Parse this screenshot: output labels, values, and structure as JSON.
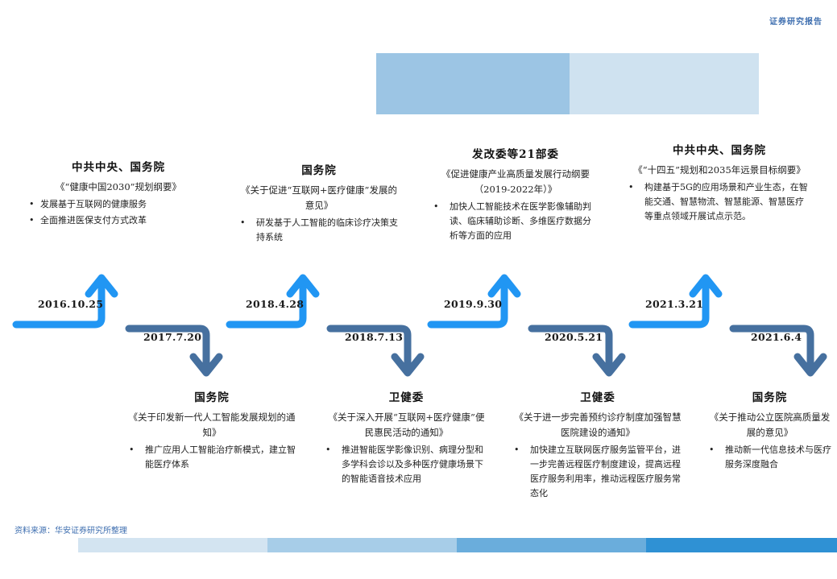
{
  "header": {
    "label": "证券研究报告"
  },
  "banner": {
    "left_color": "#9cc5e4",
    "right_color": "#cfe2f0"
  },
  "colors": {
    "arrow_up": "#2196f3",
    "arrow_down": "#46709f",
    "accent_text": "#3f6fb0"
  },
  "timeline": {
    "dates": [
      {
        "id": "d1",
        "label": "2016.10.25",
        "direction": "up"
      },
      {
        "id": "d2",
        "label": "2017.7.20",
        "direction": "down"
      },
      {
        "id": "d3",
        "label": "2018.4.28",
        "direction": "up"
      },
      {
        "id": "d4",
        "label": "2018.7.13",
        "direction": "down"
      },
      {
        "id": "d5",
        "label": "2019.9.30",
        "direction": "up"
      },
      {
        "id": "d6",
        "label": "2020.5.21",
        "direction": "down"
      },
      {
        "id": "d7",
        "label": "2021.3.21",
        "direction": "up"
      },
      {
        "id": "d8",
        "label": "2021.6.4",
        "direction": "down"
      }
    ]
  },
  "top_cards": [
    {
      "issuer": "中共中央、国务院",
      "document": "《“健康中国2030”规划纲要》",
      "bullets": [
        "发展基于互联网的健康服务",
        "全面推进医保支付方式改革"
      ]
    },
    {
      "issuer": "国务院",
      "document": "《关于促进“互联网+医疗健康”发展的意见》",
      "bullets": [
        "研发基于人工智能的临床诊疗决策支持系统"
      ]
    },
    {
      "issuer": "发改委等21部委",
      "document": "《促进健康产业高质量发展行动纲要（2019-2022年）》",
      "bullets": [
        "加快人工智能技术在医学影像辅助判读、临床辅助诊断、多维医疗数据分析等方面的应用"
      ]
    },
    {
      "issuer": "中共中央、国务院",
      "document": "《“十四五”规划和2035年远景目标纲要》",
      "bullets": [
        "构建基于5G的应用场景和产业生态，在智能交通、智慧物流、智慧能源、智慧医疗等重点领域开展试点示范。"
      ]
    }
  ],
  "bottom_cards": [
    {
      "issuer": "国务院",
      "document": "《关于印发新一代人工智能发展规划的通知》",
      "bullets": [
        "推广应用人工智能治疗新模式，建立智能医疗体系"
      ]
    },
    {
      "issuer": "卫健委",
      "document": "《关于深入开展“互联网+医疗健康”便民惠民活动的通知》",
      "bullets": [
        "推进智能医学影像识别、病理分型和多学科会诊以及多种医疗健康场景下的智能语音技术应用"
      ]
    },
    {
      "issuer": "卫健委",
      "document": "《关于进一步完善预约诊疗制度加强智慧医院建设的通知》",
      "bullets": [
        "加快建立互联网医疗服务监管平台，进一步完善远程医疗制度建设，提高远程医疗服务利用率，推动远程医疗服务常态化"
      ]
    },
    {
      "issuer": "国务院",
      "document": "《关于推动公立医院高质量发展的意见》",
      "bullets": [
        "推动新一代信息技术与医疗服务深度融合"
      ]
    }
  ],
  "footer": {
    "source": "资料来源：华安证券研究所整理",
    "bar_colors": [
      "#d3e4f1",
      "#a7cde8",
      "#6aaddc",
      "#2f91d4"
    ]
  }
}
